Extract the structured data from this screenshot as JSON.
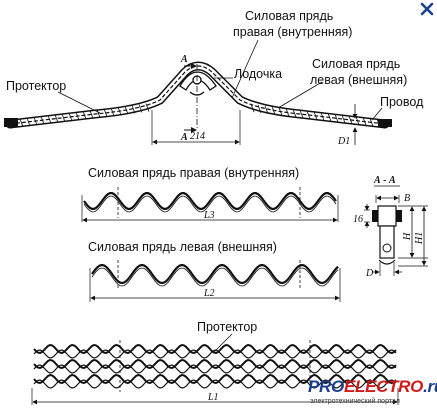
{
  "labels": {
    "silovaya_pryad_top_line1": "Силовая прядь",
    "silovaya_pryad_top_line2": "правая (внутренняя)",
    "lodochka": "Лодочка",
    "protektor_top": "Протектор",
    "silovaya_pryad_levaya_line1": "Силовая прядь",
    "silovaya_pryad_levaya_line2": "левая (внешняя)",
    "provod": "Провод",
    "section_a": "А",
    "dim_214": "214",
    "dim_d1": "D1",
    "right_inner_title": "Силовая прядь правая (внутренняя)",
    "left_outer_title": "Силовая прядь левая (внешняя)",
    "protektor_bottom": "Протектор",
    "dim_l3": "L3",
    "dim_l2": "L2",
    "dim_l1": "L1",
    "section_aa": "А - А",
    "dim_b": "B",
    "dim_16": "16",
    "dim_h": "H",
    "dim_h1": "H1",
    "dim_d": "D"
  },
  "brand": {
    "name_blue1": "PRO",
    "name_red": "ELECTRO",
    "name_blue2": ".ru",
    "tagline": "электротехнический портал"
  },
  "colors": {
    "line": "#111111",
    "close": "#1a3f8f",
    "brand_blue": "#1a3f8f",
    "brand_red": "#d11a1a"
  },
  "icons": {
    "close": "close-icon"
  }
}
